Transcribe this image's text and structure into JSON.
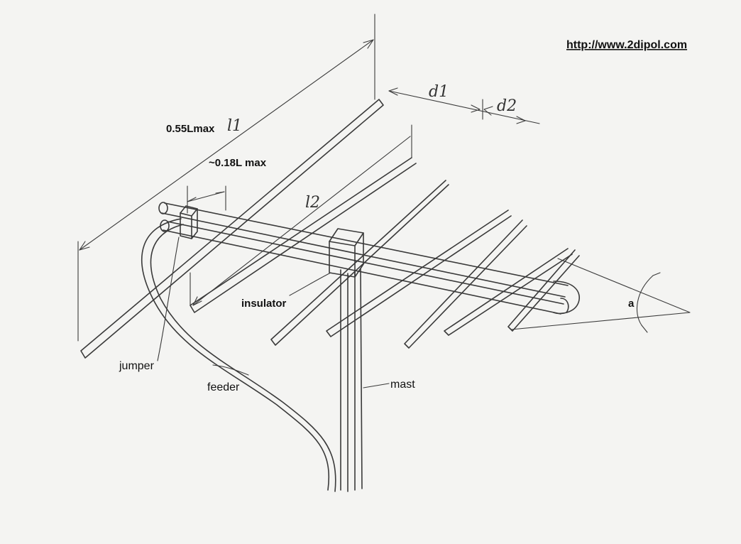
{
  "header": {
    "url_text": "http://www.2dipol.com"
  },
  "dimensions": {
    "reflector_length_ratio": "0.55Lmax",
    "jumper_offset_ratio": "~0.18L max",
    "l1": "l1",
    "l2": "l2",
    "d1": "d1",
    "d2": "d2",
    "angle": "a"
  },
  "labels": {
    "insulator": "insulator",
    "jumper": "jumper",
    "feeder": "feeder",
    "mast": "mast"
  },
  "colors": {
    "ink": "#3a3a3a",
    "paper": "#f4f4f2",
    "text": "#111111"
  }
}
